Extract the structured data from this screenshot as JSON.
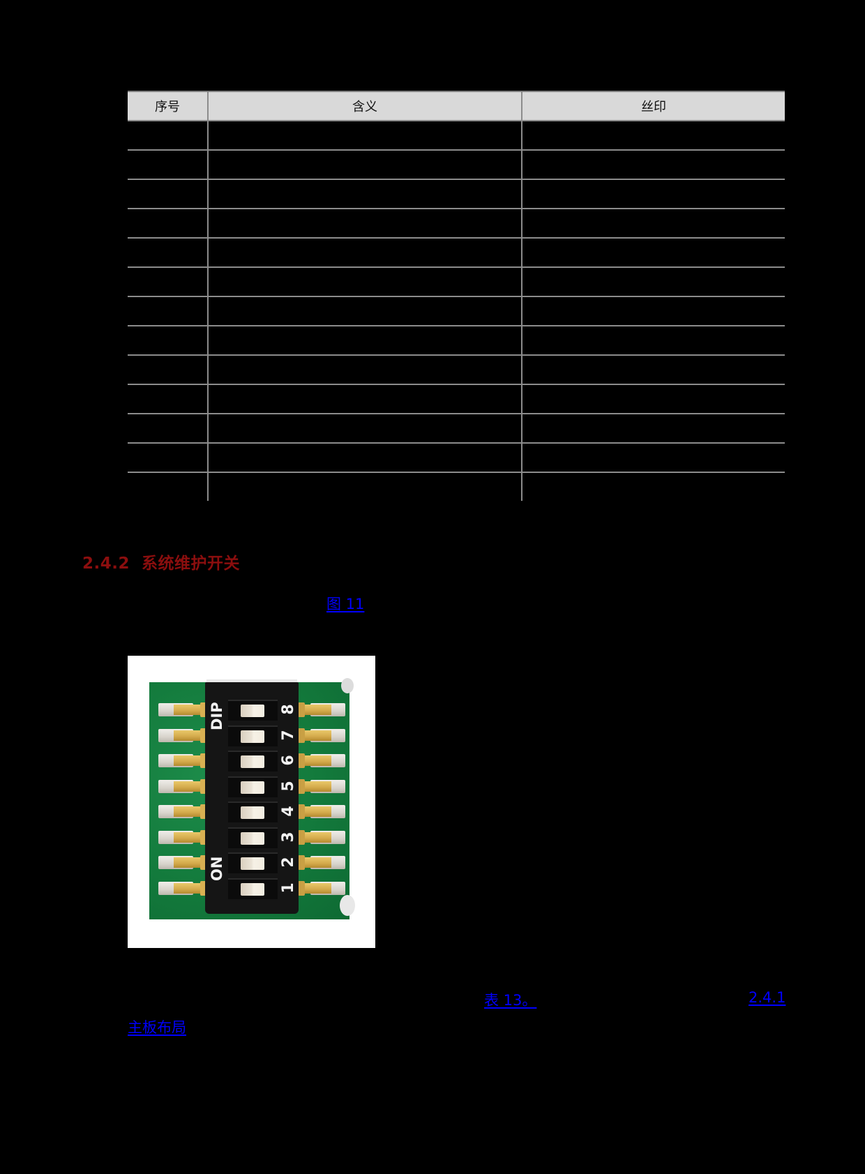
{
  "table": {
    "headers": [
      "序号",
      "含义",
      "丝印"
    ],
    "rows": [
      [
        "",
        "",
        ""
      ],
      [
        "",
        "",
        ""
      ],
      [
        "",
        "",
        ""
      ],
      [
        "",
        "",
        ""
      ],
      [
        "",
        "",
        ""
      ],
      [
        "",
        "",
        ""
      ],
      [
        "",
        "",
        ""
      ],
      [
        "",
        "",
        ""
      ],
      [
        "",
        "",
        ""
      ],
      [
        "",
        "",
        ""
      ],
      [
        "",
        "",
        ""
      ],
      [
        "",
        "",
        ""
      ],
      [
        "",
        "",
        ""
      ]
    ]
  },
  "section": {
    "number": "2.4.2",
    "title": "系统维护开关",
    "heading_text": "2.4.2  系统维护开关",
    "heading_color": "#8b0e0e"
  },
  "links": {
    "figure_ref": "图 11",
    "table_ref": "表 13。",
    "section_ref": "2.4.1",
    "section_ref_title": "主板布局",
    "link_color": "#0000ff"
  },
  "figure": {
    "subject": "8-position DIP switch on green PCB",
    "dip_label": "DIP",
    "on_label": "ON",
    "switch_numbers": [
      "8",
      "7",
      "6",
      "5",
      "4",
      "3",
      "2",
      "1"
    ]
  }
}
